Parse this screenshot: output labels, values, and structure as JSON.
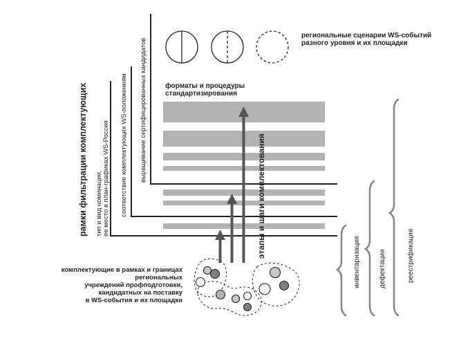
{
  "labels": {
    "filter_frames": "рамки фильтрации комплектующих",
    "frame1_line1": "тип и вид номинации,",
    "frame1_line2": "ее место в план-графиках WS-Россия",
    "frame2": "соответствие комплектующих WS-положениям",
    "frame3": "выращивание сертифицированных кандидатов",
    "stages_axis": "этапы и шаги комплектования",
    "formats_line1": "форматы и процедуры",
    "formats_line2": "стандартизирования",
    "scenarios_line1": "региональные сценарии WS-событий",
    "scenarios_line2": "разного уровня и их площадки",
    "components_line1": "комплектующие в рамках и границах",
    "components_line2": "региональных",
    "components_line3": "учреждений профподготовки,",
    "components_line4": "кандидатных на поставку",
    "components_line5": "в WS-события и их площадки",
    "inventory": "инвентаризация",
    "defect": "дефектация",
    "registry": "реестрификация"
  },
  "colors": {
    "band": "#b3b3b3",
    "line": "#222222",
    "arrow": "#555555",
    "circle_dark": "#808080",
    "circle_light": "#c8c8c8",
    "brace": "#888888"
  }
}
